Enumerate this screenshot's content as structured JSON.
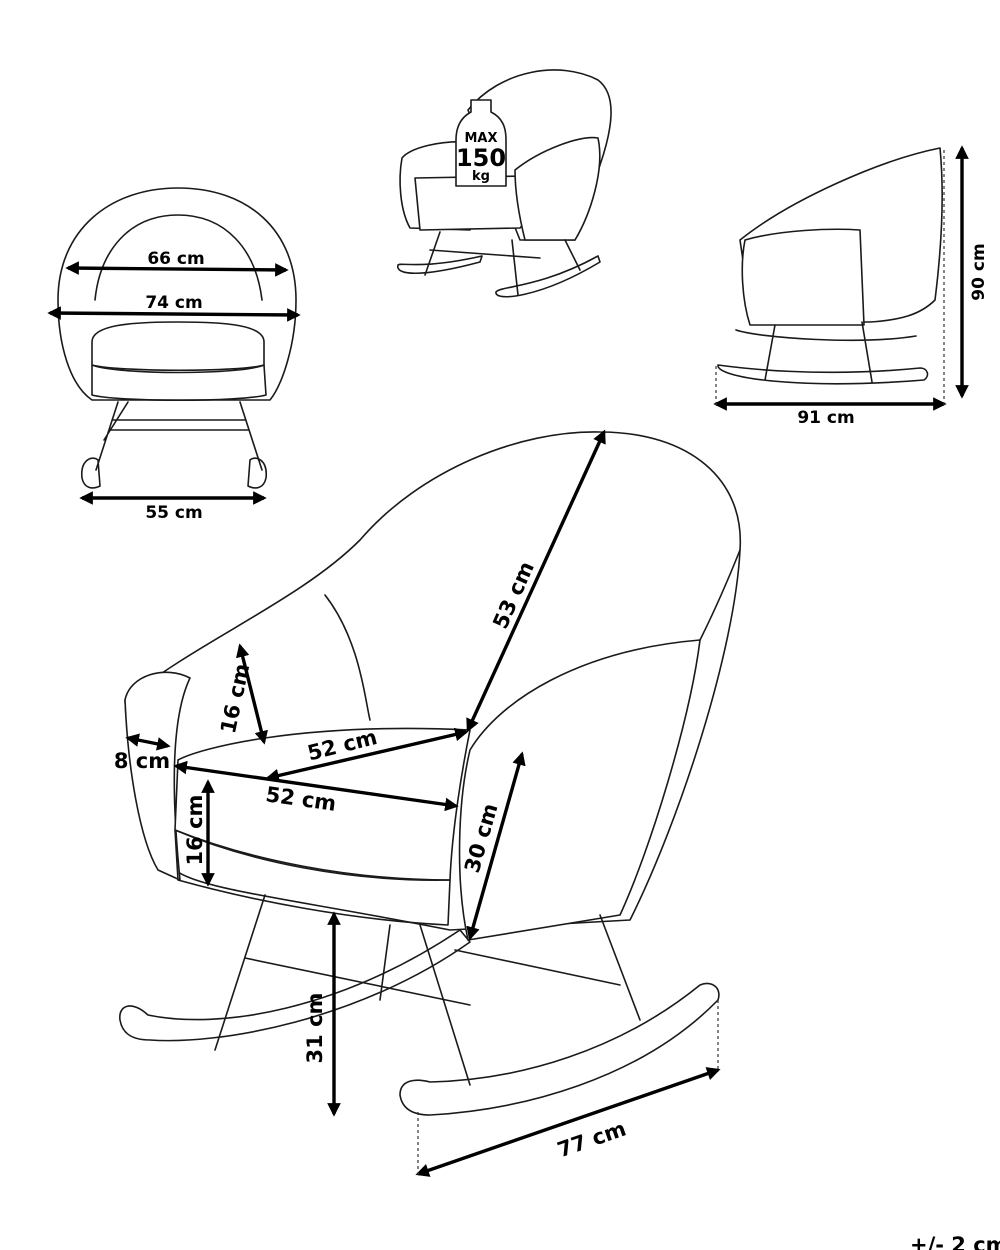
{
  "weight_badge": {
    "line1": "MAX",
    "line2": "150",
    "line3": "kg"
  },
  "dimensions": {
    "front_inner_width": "66 cm",
    "front_outer_width": "74 cm",
    "front_base_width": "55 cm",
    "side_height": "90 cm",
    "side_depth": "91 cm",
    "backrest_height": "53 cm",
    "armrest_height": "16 cm",
    "armrest_width": "8 cm",
    "seat_width": "52 cm",
    "seat_depth": "52 cm",
    "seat_cushion_height": "16 cm",
    "arm_front_height": "30 cm",
    "seat_floor_height": "31 cm",
    "rocker_length": "77 cm"
  },
  "footnote": "+/- 2 cm"
}
